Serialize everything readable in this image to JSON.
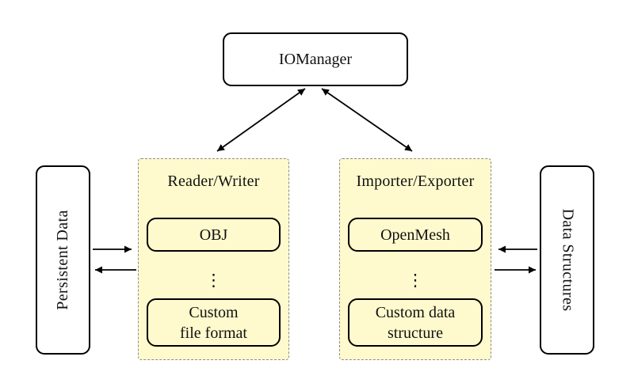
{
  "diagram": {
    "nodes": {
      "io_manager": "IOManager",
      "persistent_data": "Persistent Data",
      "data_structures": "Data Structures"
    },
    "reader_writer_group": {
      "title": "Reader/Writer",
      "top_item": "OBJ",
      "ellipsis": "⋮",
      "bottom_item": "Custom\nfile format"
    },
    "importer_exporter_group": {
      "title": "Importer/Exporter",
      "top_item": "OpenMesh",
      "ellipsis": "⋮",
      "bottom_item": "Custom data\nstructure"
    },
    "colors": {
      "group_fill": "#FFFACD",
      "group_border": "#8A8A8A",
      "node_border": "#000000",
      "arrow": "#000000",
      "background": "#FFFFFF"
    }
  }
}
